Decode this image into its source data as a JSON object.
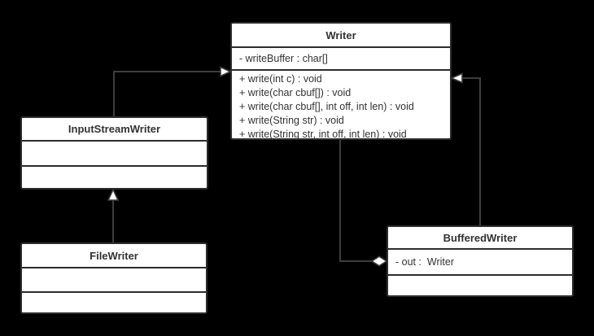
{
  "diagram": {
    "type": "uml-class-diagram",
    "colors": {
      "bg": "#000000",
      "box_fill": "#ffffff",
      "box_border": "#2d2d2d",
      "connector": "#3d3d3d",
      "text": "#333333"
    }
  },
  "classes": [
    {
      "name": "Writer",
      "attributes": [
        "- writeBuffer : char[]"
      ],
      "methods": [
        "+ write(int c) : void",
        "+ write(char cbuf[]) : void",
        "+ write(char cbuf[], int off, int len) : void",
        "+ write(String str) : void",
        "+ write(String str, int off, int len) : void"
      ]
    },
    {
      "name": "InputStreamWriter",
      "attributes": [],
      "methods": []
    },
    {
      "name": "FileWriter",
      "attributes": [],
      "methods": []
    },
    {
      "name": "BufferedWriter",
      "attributes": [
        "- out :  Writer"
      ],
      "methods": []
    }
  ],
  "relationships": [
    {
      "from": "InputStreamWriter",
      "to": "Writer",
      "type": "generalization"
    },
    {
      "from": "FileWriter",
      "to": "InputStreamWriter",
      "type": "generalization"
    },
    {
      "from": "BufferedWriter",
      "to": "Writer",
      "type": "generalization"
    },
    {
      "owner": "BufferedWriter",
      "part": "Writer",
      "type": "aggregation"
    }
  ]
}
